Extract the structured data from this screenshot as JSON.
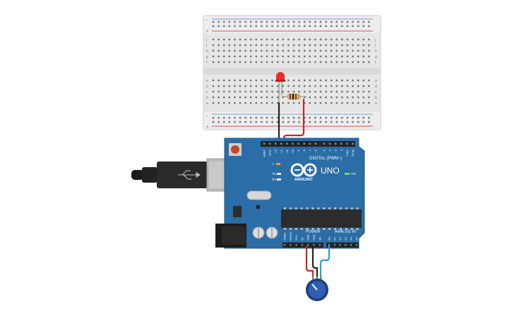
{
  "breadboard": {
    "row_letters_top": [
      "j",
      "i",
      "h",
      "g",
      "f"
    ],
    "row_letters_bottom": [
      "e",
      "d",
      "c",
      "b",
      "a"
    ],
    "rail_plus": "+",
    "rail_minus": "-",
    "columns": 30
  },
  "arduino": {
    "model": "UNO",
    "brand": "ARDUINO",
    "header_digital": "DIGITAL (PWM~)",
    "header_power": "POWER",
    "header_analog": "ANALOG IN",
    "label_on": "ON",
    "label_l": "L",
    "label_tx": "TX",
    "label_rx": "RX",
    "digital_pins": [
      "AREF",
      "GND",
      "13",
      "12",
      "~11",
      "~10",
      "~9",
      "8",
      "7",
      "~6",
      "~5",
      "4",
      "~3",
      "2",
      "TX▸1",
      "RX◂0"
    ],
    "power_pins": [
      "IOREF",
      "RESET",
      "3.3V",
      "5V",
      "GND",
      "GND",
      "Vin"
    ],
    "analog_pins": [
      "A0",
      "A1",
      "A2",
      "A3",
      "A4",
      "A5"
    ]
  },
  "colors": {
    "board": "#2b6da6",
    "board_dark": "#1f5684",
    "wire_red": "#d1231d",
    "wire_black": "#222222",
    "wire_teal": "#2aa0c8",
    "led": "#e4312b",
    "pot": "#2f5fb0",
    "breadboard": "#e6e6e6"
  },
  "components": {
    "led": "led-icon",
    "resistor": "resistor-icon",
    "potentiometer": "potentiometer-icon",
    "usb": "usb-cable-icon"
  }
}
